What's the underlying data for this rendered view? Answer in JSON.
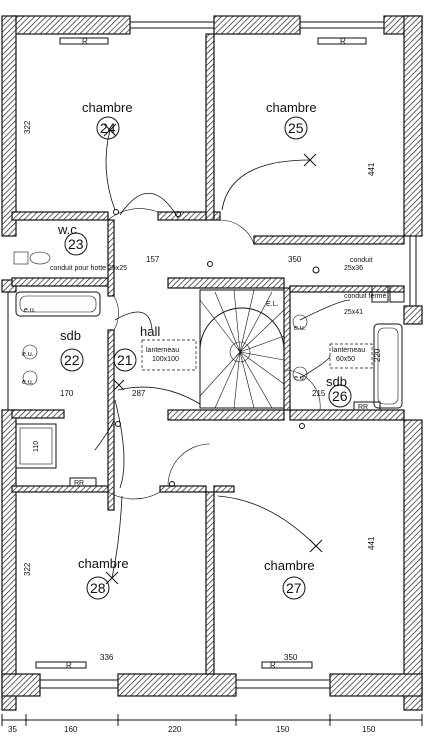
{
  "rooms": [
    {
      "id": "chambre-24",
      "label": "chambre",
      "number": "24"
    },
    {
      "id": "chambre-25",
      "label": "chambre",
      "number": "25"
    },
    {
      "id": "wc-23",
      "label": "w.c",
      "number": "23"
    },
    {
      "id": "sdb-22",
      "label": "sdb",
      "number": "22"
    },
    {
      "id": "hall-21",
      "label": "hall",
      "number": "21"
    },
    {
      "id": "sdb-26",
      "label": "sdb",
      "number": "26"
    },
    {
      "id": "chambre-28",
      "label": "chambre",
      "number": "28"
    },
    {
      "id": "chambre-27",
      "label": "chambre",
      "number": "27"
    }
  ],
  "window_marks": [
    "R",
    "R",
    "R",
    "R",
    "RR",
    "RR"
  ],
  "annotations": {
    "lanterneau_hall": "lanterneau",
    "lanterneau_hall_size": "100x100",
    "lanterneau_sdb": "lanterneau",
    "lanterneau_sdb_size": "60x50",
    "conduit_hotte": "conduit pour hotte 25x25",
    "conduit_right": "conduit",
    "conduit_right_size": "25x36",
    "conduit_ferme": "conduit fermé",
    "conduit_ferme_size": "25x41",
    "eu1": "e.u.",
    "eu2": "e.u.",
    "eu3": "e.u.",
    "eu4": "e.u.",
    "eu5": "e.u.",
    "el": "E.L."
  },
  "dimensions": {
    "d322_top": "322",
    "d441_top": "441",
    "d157": "157",
    "d350_mid": "350",
    "d170": "170",
    "d287": "287",
    "d220_sdb": "220",
    "d215": "215",
    "d110": "110",
    "d322_bot": "322",
    "d441_bot": "441",
    "d336": "336",
    "d350_bot": "350",
    "bottom_35": "35",
    "bottom_160": "160",
    "bottom_220": "220",
    "bottom_150a": "150",
    "bottom_150b": "150"
  }
}
